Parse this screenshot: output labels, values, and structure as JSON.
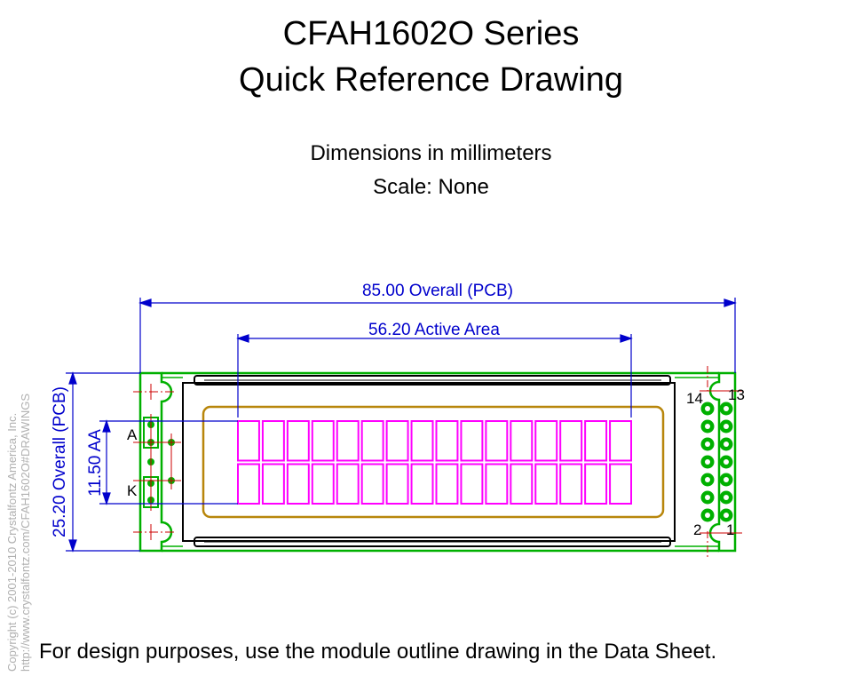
{
  "title": {
    "line1": "CFAH1602O Series",
    "line2": "Quick Reference Drawing"
  },
  "subtitle": {
    "units": "Dimensions in millimeters",
    "scale": "Scale: None"
  },
  "dimensions": {
    "overall_width": "85.00 Overall (PCB)",
    "active_area_width": "56.20 Active Area",
    "overall_height": "25.20 Overall (PCB)",
    "active_area_height": "11.50 AA"
  },
  "pin_labels": {
    "anode": "A",
    "cathode": "K",
    "pin14": "14",
    "pin13": "13",
    "pin2": "2",
    "pin1": "1"
  },
  "display": {
    "rows": 2,
    "columns": 16
  },
  "colors": {
    "pcb_outline": "#00b000",
    "dimension": "#0000cc",
    "character_cells": "#ff00ff",
    "active_window": "#b8860b",
    "centerline": "#cc0000"
  },
  "footer": {
    "note": "For design purposes, use the module outline drawing in the Data Sheet."
  },
  "copyright": {
    "line1": "Copyright (c) 2001-2010 Crystalfontz America, Inc.",
    "line2": "http://www.crystalfontz.com/CFAH1602O#DRAWINGS"
  }
}
